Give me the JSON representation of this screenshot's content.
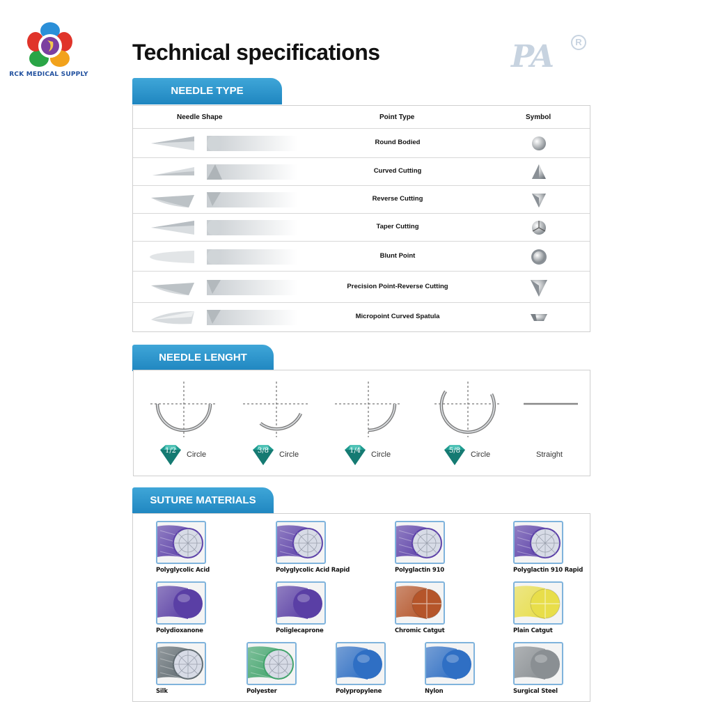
{
  "logo": {
    "text": "RCK MEDICAL SUPPLY"
  },
  "page_title": "Technical specifications",
  "brand": {
    "mark": "PA",
    "registered": "R"
  },
  "needle_type": {
    "tab_label": "NEEDLE TYPE",
    "headers": {
      "shape": "Needle Shape",
      "point": "Point Type",
      "symbol": "Symbol"
    },
    "rows": [
      {
        "label": "Round Bodied",
        "symbol": "round-icon"
      },
      {
        "label": "Curved Cutting",
        "symbol": "triangle-up-icon"
      },
      {
        "label": "Reverse Cutting",
        "symbol": "triangle-down-icon"
      },
      {
        "label": "Taper Cutting",
        "symbol": "taper-cut-icon"
      },
      {
        "label": "Blunt Point",
        "symbol": "circle-icon"
      },
      {
        "label": "Precision Point-Reverse Cutting",
        "symbol": "triangle-down-large-icon"
      },
      {
        "label": "Micropoint Curved Spatula",
        "symbol": "spatula-icon"
      }
    ]
  },
  "needle_length": {
    "tab_label": "NEEDLE LENGHT",
    "items": [
      {
        "fraction": "1/2",
        "label": "Circle"
      },
      {
        "fraction": "3/8",
        "label": "Circle"
      },
      {
        "fraction": "1/4",
        "label": "Circle"
      },
      {
        "fraction": "5/8",
        "label": "Circle"
      },
      {
        "fraction": "",
        "label": "Straight"
      }
    ]
  },
  "suture_materials": {
    "tab_label": "SUTURE MATERIALS",
    "items": [
      {
        "name": "Polyglycolic Acid",
        "color": "#5b3fa8",
        "pattern": "braided"
      },
      {
        "name": "Polyglycolic Acid Rapid",
        "color": "#5b3fa8",
        "pattern": "braided"
      },
      {
        "name": "Polyglactin 910",
        "color": "#5b3fa8",
        "pattern": "braided"
      },
      {
        "name": "Polyglactin 910 Rapid",
        "color": "#5b3fa8",
        "pattern": "braided"
      },
      {
        "name": "Polydioxanone",
        "color": "#5a3fa5",
        "pattern": "mono"
      },
      {
        "name": "Poliglecaprone",
        "color": "#5a3fa5",
        "pattern": "mono"
      },
      {
        "name": "Chromic Catgut",
        "color": "#b5552a",
        "pattern": "catgut"
      },
      {
        "name": "Plain Catgut",
        "color": "#e8de4a",
        "pattern": "catgut"
      },
      {
        "name": "Silk",
        "color": "#5f6a70",
        "pattern": "braided"
      },
      {
        "name": "Polyester",
        "color": "#3fa36a",
        "pattern": "braided"
      },
      {
        "name": "Polypropylene",
        "color": "#2f6fc4",
        "pattern": "mono"
      },
      {
        "name": "Nylon",
        "color": "#2f6fc4",
        "pattern": "mono"
      },
      {
        "name": "Surgical Steel",
        "color": "#8a8f93",
        "pattern": "mono"
      }
    ]
  }
}
